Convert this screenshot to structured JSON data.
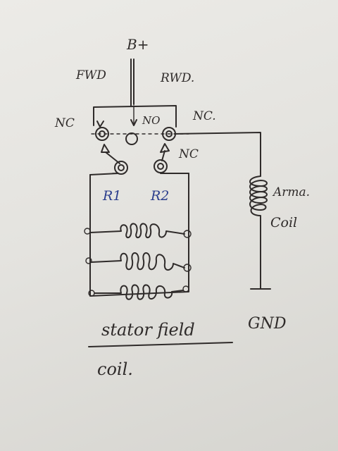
{
  "labels": {
    "supply": "B+",
    "forward": "FWD",
    "reverse": "RWD.",
    "nc_left": "NC",
    "no_center": "NO",
    "nc_right": "NC.",
    "nc_lower": "NC",
    "relay_1": "R1",
    "relay_2": "R2",
    "armature_line1": "Arma.",
    "armature_line2": "Coil",
    "stator_line1": "stator field",
    "stator_line2": "coil.",
    "ground": "GND"
  },
  "colors": {
    "ink": "#2f2b2a",
    "blue_ink": "#2a3d8c",
    "paper": "#e8e7e3"
  }
}
